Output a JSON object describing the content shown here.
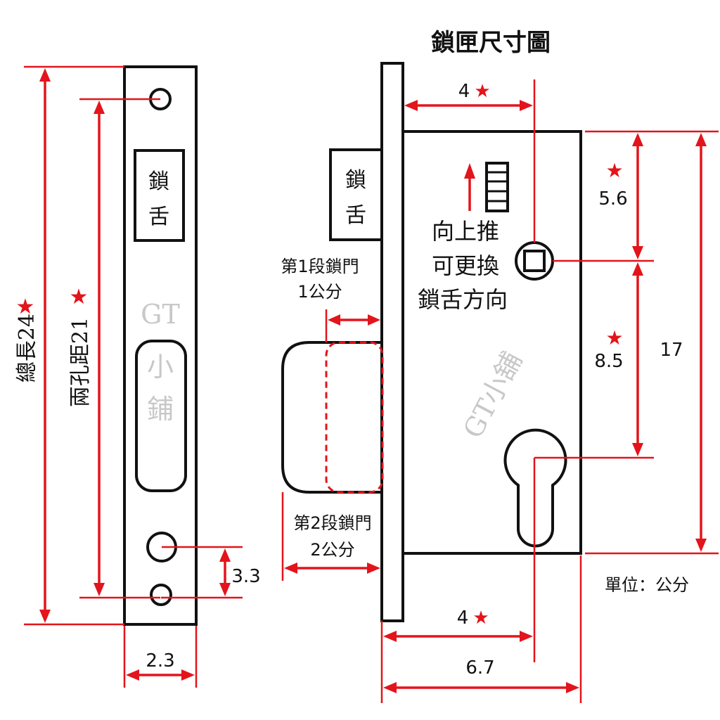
{
  "title": "鎖匣尺寸圖",
  "unit_note": "單位：公分",
  "star": "★",
  "faceplate": {
    "latch_label_1": "鎖",
    "latch_label_2": "舌",
    "watermark_1": "GT",
    "watermark_2": "小",
    "watermark_3": "鋪"
  },
  "body": {
    "latch_label_1": "鎖",
    "latch_label_2": "舌",
    "note_lines": [
      "向上推",
      "可更換",
      "鎖舌方向"
    ],
    "watermark": "GT小舖"
  },
  "dimensions": {
    "total_length": "總長24",
    "hole_distance": "兩孔距21",
    "face_width": "2.3",
    "screw_gap": "3.3",
    "backset_top": "4",
    "backset_bottom": "4",
    "body_depth": "6.7",
    "top_to_spindle": "5.6",
    "spindle_to_cylinder": "8.5",
    "body_height": "17"
  },
  "stages": {
    "stage1_line1": "第1段鎖門",
    "stage1_line2": "1公分",
    "stage2_line1": "第2段鎖門",
    "stage2_line2": "2公分"
  },
  "colors": {
    "dimension": "#e3141b",
    "outline": "#111111",
    "watermark": "#c8c8c8"
  }
}
